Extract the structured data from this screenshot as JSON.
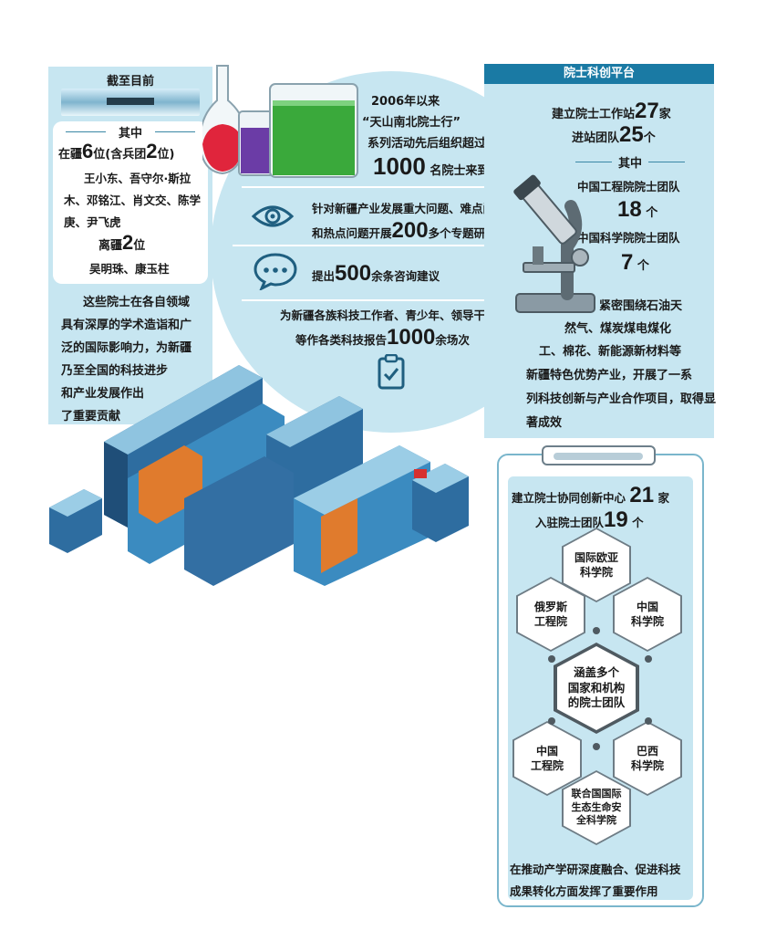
{
  "left": {
    "title": "截至目前",
    "sub": "其中",
    "xinjiang_prefix": "在疆",
    "xinjiang_count": "6",
    "xinjiang_mid": "位(含兵团",
    "xinjiang_bt": "2",
    "xinjiang_suffix": "位)",
    "names_1": "王小东、吾守尔·斯拉",
    "names_2": "木、邓铭江、肖文交、陈学",
    "names_3": "庚、尹飞虎",
    "away_prefix": "离疆",
    "away_count": "2",
    "away_suffix": "位",
    "away_names": "吴明珠、康玉柱",
    "desc_1": "这些院士在各自领域",
    "desc_2": "具有深厚的学术造诣和广",
    "desc_3": "泛的国际影响力，为新疆",
    "desc_4": "乃至全国的科技进步",
    "desc_5": "和产业发展作出",
    "desc_6": "了重要贡献"
  },
  "top": {
    "line1": "2006年以来",
    "line2": "“天山南北院士行”",
    "line3": "系列活动先后组织超过",
    "big": "1000",
    "line4": "名院士来到新疆",
    "row1_a": "针对新疆产业发展重大问题、难点问题",
    "row1_b": "和热点问题开展",
    "row1_big": "200",
    "row1_c": "多个专题研究",
    "row2_a": "提出",
    "row2_big": "500",
    "row2_b": "余条咨询建议",
    "row3_a": "为新疆各族科技工作者、青少年、领导干部",
    "row3_b": "等作各类科技报告",
    "row3_big": "1000",
    "row3_c": "余场次"
  },
  "right": {
    "header": "院士科创平台",
    "ws_a": "建立院士工作站",
    "ws_big": "27",
    "ws_b": "家",
    "team_a": "进站团队",
    "team_big": "25",
    "team_b": "个",
    "sub": "其中",
    "cae": "中国工程院院士团队",
    "cae_big": "18",
    "cae_unit": "个",
    "cas": "中国科学院院士团队",
    "cas_big": "7",
    "cas_unit": "个",
    "desc_1": "紧密围绕石油天",
    "desc_2": "然气、煤炭煤电煤化",
    "desc_3": "工、棉花、新能源新材料等",
    "desc_4": "新疆特色优势产业，开展了一系",
    "desc_5": "列科技创新与产业合作项目，取得显",
    "desc_6": "著成效"
  },
  "card": {
    "center_a": "建立院士协同创新中心",
    "center_big": "21",
    "center_b": "家",
    "team_a": "入驻院士团队",
    "team_big": "19",
    "team_b": "个",
    "hex_top_1": "国际欧亚",
    "hex_top_2": "科学院",
    "hex_ul_1": "俄罗斯",
    "hex_ul_2": "工程院",
    "hex_ur_1": "中国",
    "hex_ur_2": "科学院",
    "hex_center_1": "涵盖多个",
    "hex_center_2": "国家和机构",
    "hex_center_3": "的院士团队",
    "hex_ll_1": "中国",
    "hex_ll_2": "工程院",
    "hex_lr_1": "巴西",
    "hex_lr_2": "科学院",
    "hex_bottom_1": "联合国国际",
    "hex_bottom_2": "生态生命安",
    "hex_bottom_3": "全科学院",
    "footer_1": "在推动产学研深度融合、促进科技",
    "footer_2": "成果转化方面发挥了重要作用"
  },
  "icons": [
    "eye-icon",
    "chat-bubble-icon",
    "clipboard-check-icon",
    "microscope-illustration",
    "beakers-illustration",
    "buildings-illustration"
  ]
}
